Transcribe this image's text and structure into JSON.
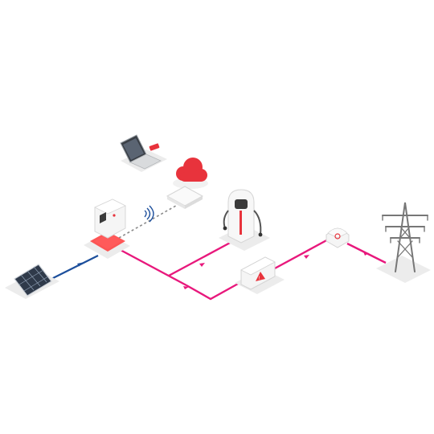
{
  "diagram": {
    "components": [
      {
        "name": "solar-panel",
        "icon": "solar-panel-icon"
      },
      {
        "name": "inverter",
        "icon": "inverter-icon"
      },
      {
        "name": "laptop",
        "icon": "laptop-icon"
      },
      {
        "name": "cloud",
        "icon": "cloud-icon"
      },
      {
        "name": "gateway",
        "icon": "router-icon"
      },
      {
        "name": "ev-charger",
        "icon": "ev-charger-icon"
      },
      {
        "name": "battery-storage",
        "icon": "battery-warning-icon"
      },
      {
        "name": "smart-meter",
        "icon": "meter-icon"
      },
      {
        "name": "power-grid",
        "icon": "transmission-tower-icon"
      }
    ],
    "connections": [
      {
        "from": "solar-panel",
        "to": "inverter",
        "kind": "dc"
      },
      {
        "from": "inverter",
        "to": "ev-charger",
        "kind": "ac"
      },
      {
        "from": "inverter",
        "to": "battery-storage",
        "kind": "ac"
      },
      {
        "from": "battery-storage",
        "to": "smart-meter",
        "kind": "ac"
      },
      {
        "from": "smart-meter",
        "to": "power-grid",
        "kind": "ac"
      },
      {
        "from": "inverter",
        "to": "gateway",
        "kind": "wireless"
      }
    ]
  },
  "colors": {
    "ac_line": "#e8187c",
    "dc_line": "#1d4f9c",
    "data_line": "#8a8a8a",
    "accent_red": "#e8333c",
    "device_white": "#f7f7f7",
    "device_edge": "#d9d9d9",
    "shadow": "#ececec",
    "tower": "#7a7a7a"
  }
}
